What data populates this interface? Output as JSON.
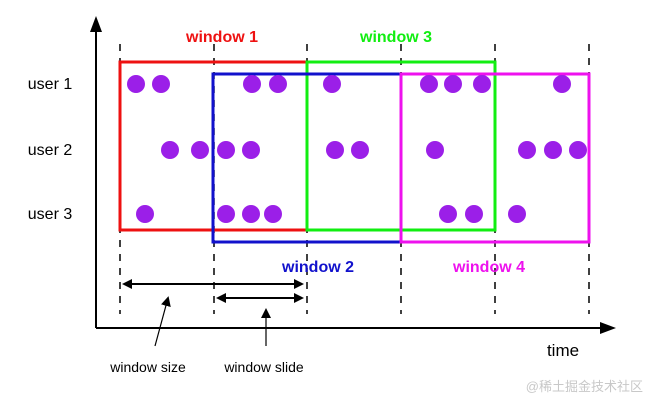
{
  "rows": [
    {
      "label": "user 1"
    },
    {
      "label": "user 2"
    },
    {
      "label": "user 3"
    }
  ],
  "windows": [
    {
      "label": "window 1",
      "color": "#ee1111"
    },
    {
      "label": "window 2",
      "color": "#1111cc"
    },
    {
      "label": "window 3",
      "color": "#11ee11"
    },
    {
      "label": "window 4",
      "color": "#ee11ee"
    }
  ],
  "axis": {
    "x_label": "time"
  },
  "annotations": {
    "window_size": "window size",
    "window_slide": "window slide"
  },
  "dot_color": "#9b1fe8",
  "watermark": "@稀土掘金技术社区"
}
